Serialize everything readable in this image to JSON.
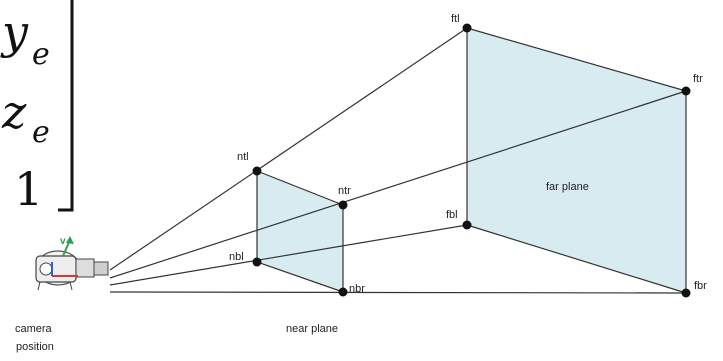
{
  "matrix": {
    "entries": [
      {
        "symbol": "y",
        "subscript": "e"
      },
      {
        "symbol": "z",
        "subscript": "e"
      },
      {
        "symbol": "1",
        "subscript": ""
      }
    ]
  },
  "labels": {
    "camera_line1": "camera",
    "camera_line2": "position",
    "near_plane": "near plane",
    "far_plane": "far plane",
    "ntl": "ntl",
    "ntr": "ntr",
    "nbl": "nbl",
    "nbr": "nbr",
    "ftl": "ftl",
    "ftr": "ftr",
    "fbl": "fbl",
    "fbr": "fbr",
    "up_vector": "v"
  },
  "colors": {
    "plane_fill": "#d8ebf0",
    "line": "#333333",
    "vertex": "#111111",
    "up_vector": "#2e9e4f"
  }
}
